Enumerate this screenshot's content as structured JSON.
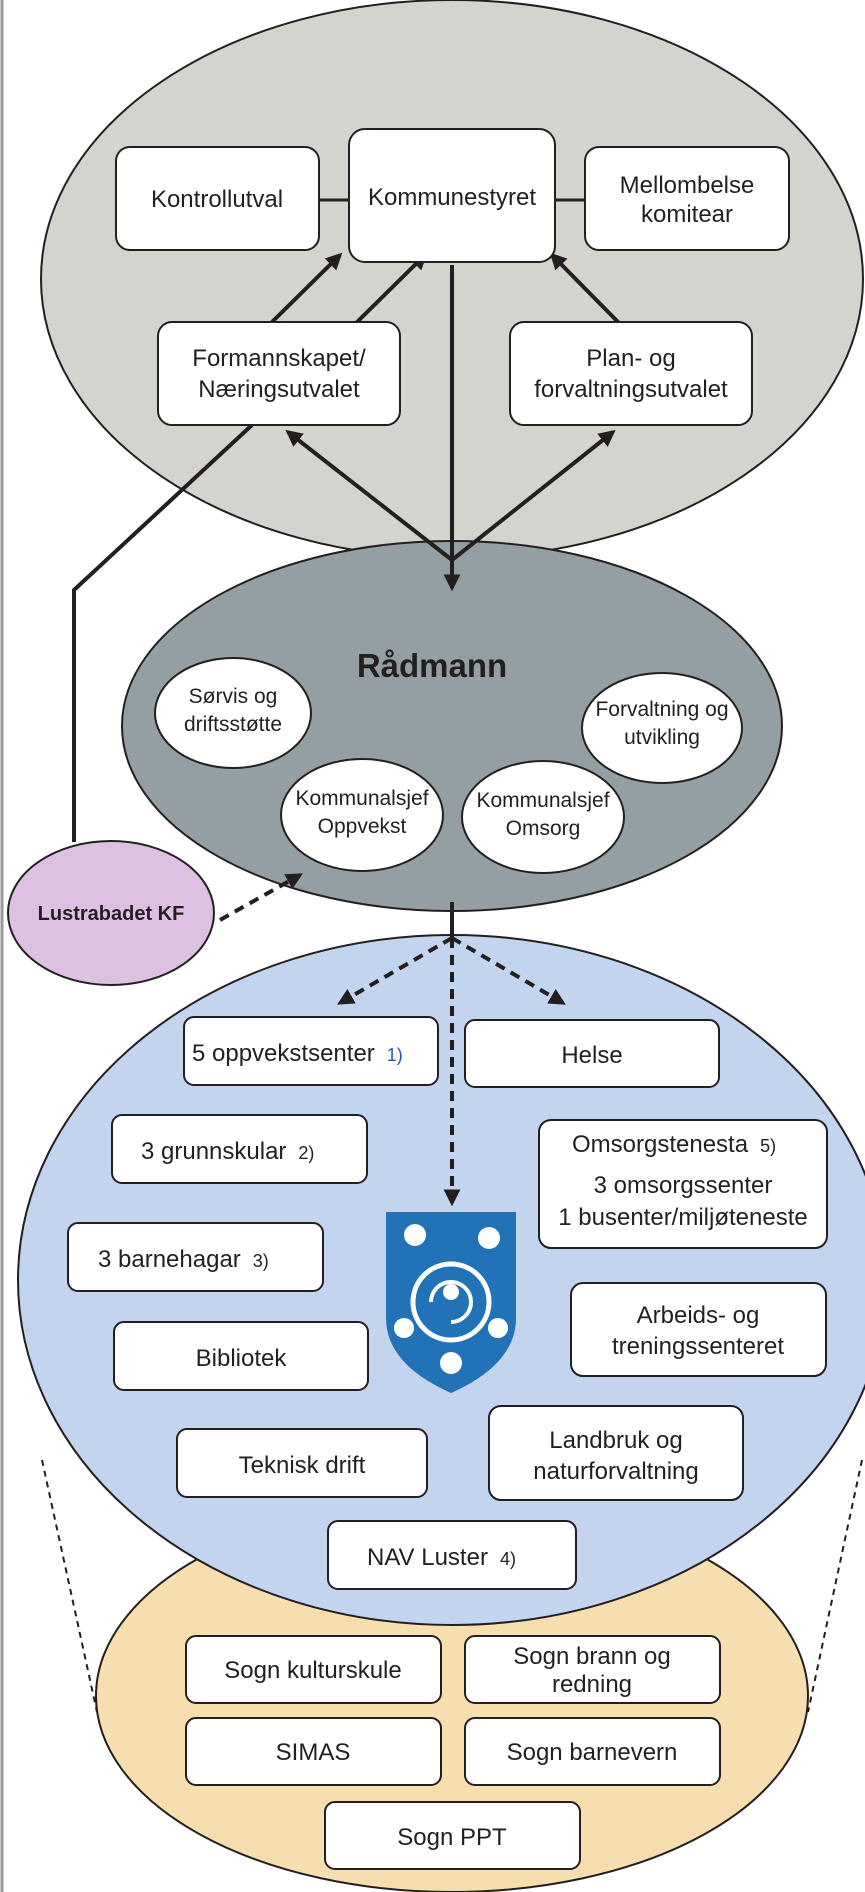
{
  "colors": {
    "council_bg": "#d4d4cf",
    "admin_bg": "#949fa4",
    "services_bg": "#c3d4ee",
    "intermunicipal_bg": "#f7deaf",
    "enterprise_bg": "#dcc2e0",
    "crest_blue": "#2272b8",
    "line": "#231f20"
  },
  "council": {
    "kommunestyret": "Kommunestyret",
    "kontrollutval": "Kontrollutval",
    "mellombelse_l1": "Mellombelse",
    "mellombelse_l2": "komitear",
    "formannskapet_l1": "Formannskapet/",
    "formannskapet_l2": "Næringsutvalet",
    "plan_l1": "Plan- og",
    "plan_l2": "forvaltningsutvalet"
  },
  "admin": {
    "title": "Rådmann",
    "sorvis_l1": "Sørvis og",
    "sorvis_l2": "driftsstøtte",
    "forvaltning_l1": "Forvaltning og",
    "forvaltning_l2": "utvikling",
    "oppvekst_l1": "Kommunalsjef",
    "oppvekst_l2": "Oppvekst",
    "omsorg_l1": "Kommunalsjef",
    "omsorg_l2": "Omsorg"
  },
  "enterprise": {
    "name": "Lustrabadet KF"
  },
  "services": {
    "oppvekstsenter": "5 oppvekstsenter",
    "oppvekstsenter_note": "1)",
    "grunnskular": "3 grunnskular",
    "grunnskular_note": "2)",
    "barnehagar": "3 barnehagar",
    "barnehagar_note": "3)",
    "bibliotek": "Bibliotek",
    "teknisk": "Teknisk drift",
    "nav": "NAV Luster",
    "nav_note": "4)",
    "helse": "Helse",
    "omsorg_l1": "Omsorgstenesta",
    "omsorg_note": "5)",
    "omsorg_l2": "3 omsorgssenter",
    "omsorg_l3": "1 busenter/miljøteneste",
    "arbeids_l1": "Arbeids- og",
    "arbeids_l2": "treningssenteret",
    "landbruk_l1": "Landbruk og",
    "landbruk_l2": "naturforvaltning"
  },
  "intermunicipal": {
    "kulturskule": "Sogn kulturskule",
    "brann_l1": "Sogn brann og",
    "brann_l2": "redning",
    "simas": "SIMAS",
    "barnevern": "Sogn barnevern",
    "ppt": "Sogn PPT"
  }
}
